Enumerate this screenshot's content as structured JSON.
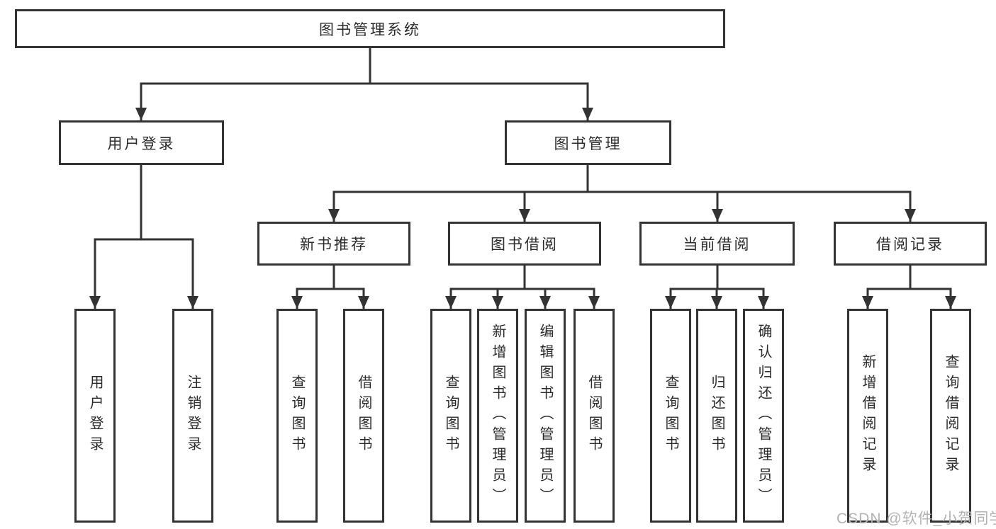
{
  "diagram": {
    "root": "图书管理系统",
    "branches": {
      "user_login": "用户登录",
      "book_mgmt": "图书管理"
    },
    "modules": {
      "new_books": "新书推荐",
      "book_borrow": "图书借阅",
      "current_borrow": "当前借阅",
      "borrow_records": "借阅记录"
    },
    "leaves": {
      "user_login": "用户登录",
      "logout": "注销登录",
      "nb_query": "查询图书",
      "nb_borrow": "借阅图书",
      "bb_query": "查询图书",
      "bb_add": "新增图书（管理员）",
      "bb_edit": "编辑图书（管理员）",
      "bb_borrow": "借阅图书",
      "cb_query": "查询图书",
      "cb_return": "归还图书",
      "cb_confirm": "确认归还（管理员）",
      "br_add": "新增借阅记录",
      "br_query": "查询借阅记录"
    }
  },
  "watermark": "CSDN @软件_小贺同学",
  "colors": {
    "line": "#333333",
    "text": "#2b2b2b",
    "watermark": "#b3b3b3",
    "background": "#ffffff"
  }
}
